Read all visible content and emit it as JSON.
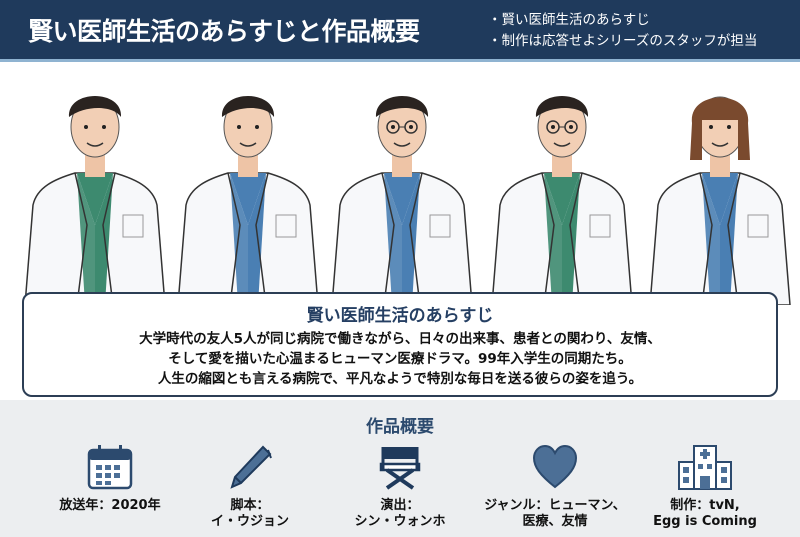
{
  "header": {
    "title": "賢い医師生活のあらすじと作品概要",
    "bullets": [
      "・賢い医師生活のあらすじ",
      "・制作は応答せよシリーズのスタッフが担当"
    ]
  },
  "synopsis": {
    "title": "賢い医師生活のあらすじ",
    "lines": [
      "大学時代の友人5人が同じ病院で働きながら、日々の出来事、患者との関わり、友情、",
      "そして愛を描いた心温まるヒューマン医療ドラマ。99年入学生の同期たち。",
      "人生の縮図とも言える病院で、平凡なようで特別な毎日を送る彼らの姿を追う。"
    ]
  },
  "overview": {
    "title": "作品概要",
    "items": [
      {
        "icon": "calendar-icon",
        "label": "放送年：2020年"
      },
      {
        "icon": "pen-icon",
        "label": "脚本：\nイ・ウジョン"
      },
      {
        "icon": "director-chair-icon",
        "label": "演出：\nシン・ウォンホ"
      },
      {
        "icon": "heart-icon",
        "label": "ジャンル：ヒューマン、\n医療、友情"
      },
      {
        "icon": "hospital-icon",
        "label": "制作：tvN,\nEgg is Coming"
      }
    ]
  },
  "colors": {
    "navy": "#1f3a5c",
    "scrub_green": "#3d8a6f",
    "scrub_blue": "#4a7fb3",
    "icon_blue": "#4c6f96"
  }
}
